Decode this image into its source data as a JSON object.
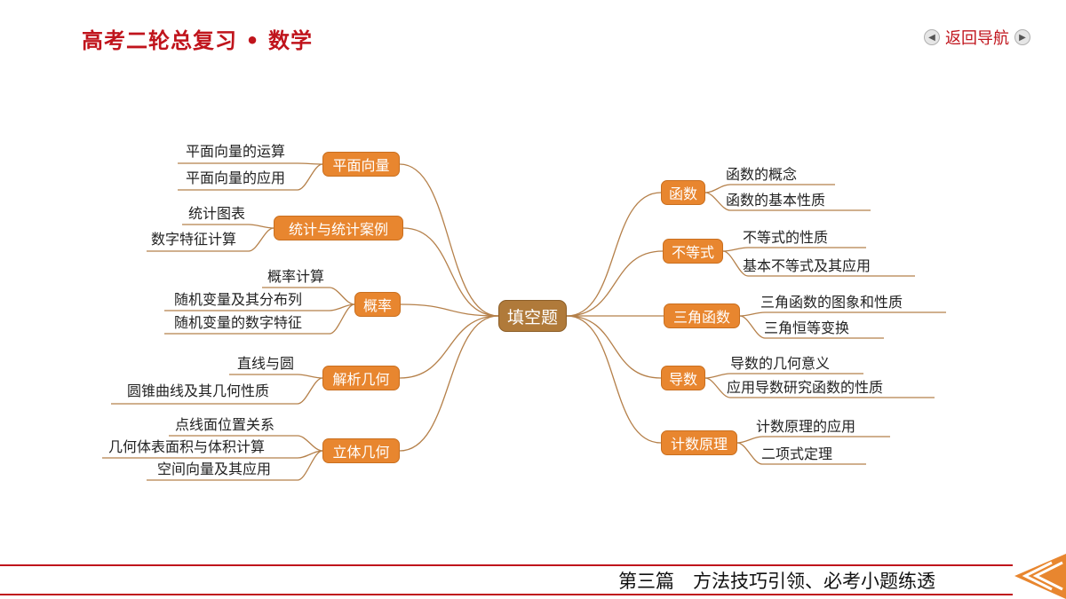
{
  "header": {
    "title": "高考二轮总复习 • 数学",
    "nav_label": "返回导航",
    "prev_icon": "left-arrow-icon",
    "next_icon": "right-arrow-icon"
  },
  "mindmap": {
    "center": "填空题",
    "left_topics": [
      {
        "label": "平面向量",
        "items": [
          "平面向量的运算",
          "平面向量的应用"
        ]
      },
      {
        "label": "统计与统计案例",
        "items": [
          "统计图表",
          "数字特征计算"
        ]
      },
      {
        "label": "概率",
        "items": [
          "概率计算",
          "随机变量及其分布列",
          "随机变量的数字特征"
        ]
      },
      {
        "label": "解析几何",
        "items": [
          "直线与圆",
          "圆锥曲线及其几何性质"
        ]
      },
      {
        "label": "立体几何",
        "items": [
          "点线面位置关系",
          "几何体表面积与体积计算",
          "空间向量及其应用"
        ]
      }
    ],
    "right_topics": [
      {
        "label": "函数",
        "items": [
          "函数的概念",
          "函数的基本性质"
        ]
      },
      {
        "label": "不等式",
        "items": [
          "不等式的性质",
          "基本不等式及其应用"
        ]
      },
      {
        "label": "三角函数",
        "items": [
          "三角函数的图象和性质",
          "三角恒等变换"
        ]
      },
      {
        "label": "导数",
        "items": [
          "导数的几何意义",
          "应用导数研究函数的性质"
        ]
      },
      {
        "label": "计数原理",
        "items": [
          "计数原理的应用",
          "二项式定理"
        ]
      }
    ]
  },
  "footer": {
    "text": "第三篇　方法技巧引领、必考小题练透"
  },
  "colors": {
    "accent": "#c0141c",
    "node": "#e8862f",
    "center": "#b07a3a",
    "branch": "#b5804a"
  }
}
